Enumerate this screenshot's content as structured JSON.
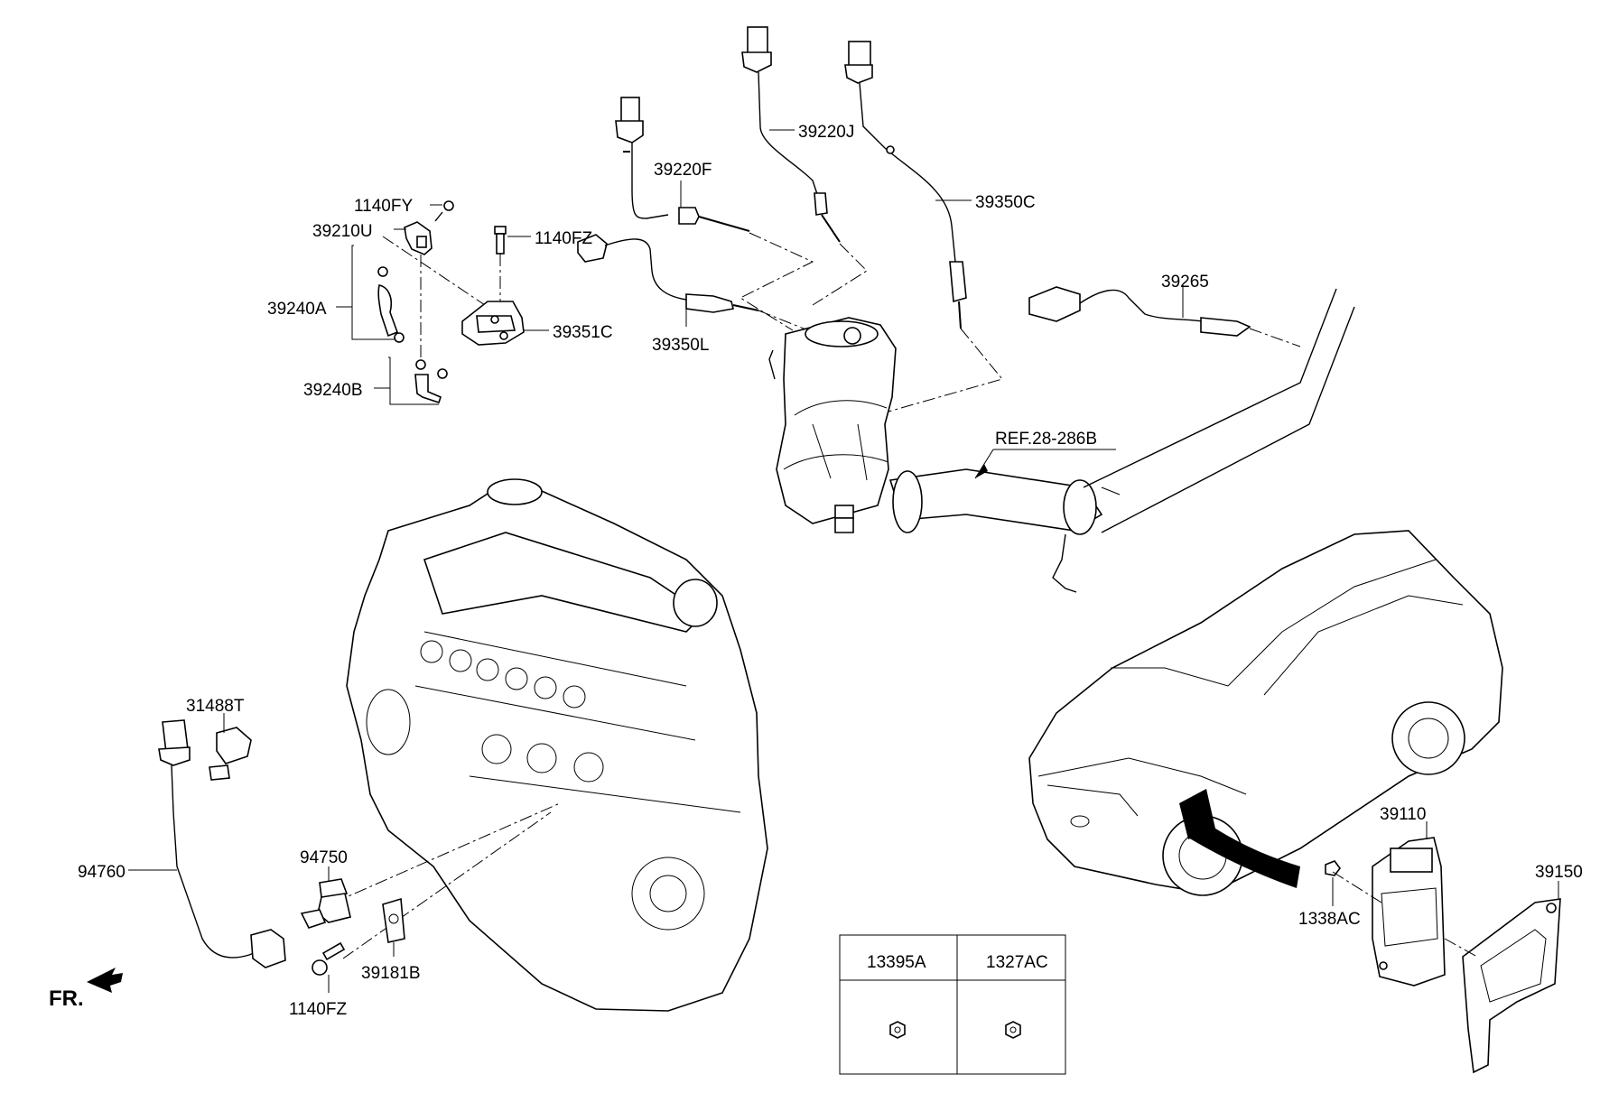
{
  "labels": {
    "p1140FY": "1140FY",
    "p39210U": "39210U",
    "p39240A": "39240A",
    "p39240B": "39240B",
    "p1140FZ_top": "1140FZ",
    "p39351C": "39351C",
    "p39220F": "39220F",
    "p39350L": "39350L",
    "p39220J": "39220J",
    "p39350C": "39350C",
    "p39265": "39265",
    "ref": "REF.28-286B",
    "p31488T": "31488T",
    "p94760": "94760",
    "p94750": "94750",
    "p39181B": "39181B",
    "p1140FZ_bottom": "1140FZ",
    "p39110": "39110",
    "p39150": "39150",
    "p1338AC": "1338AC",
    "fr": "FR."
  },
  "table": {
    "col1": "13395A",
    "col2": "1327AC"
  }
}
